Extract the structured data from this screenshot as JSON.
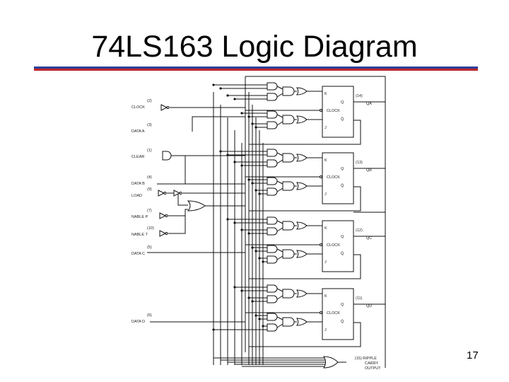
{
  "slide": {
    "title": "74LS163 Logic Diagram",
    "page_number": "17",
    "rule_colors": {
      "blue": "#2b3f9a",
      "red": "#c0262b"
    }
  },
  "diagram": {
    "inputs": [
      {
        "pin": "(2)",
        "name": "CLOCK"
      },
      {
        "pin": "(3)",
        "name": "DATA A"
      },
      {
        "pin": "(1)",
        "name": "CLEAR"
      },
      {
        "pin": "(4)",
        "name": "DATA B"
      },
      {
        "pin": "(9)",
        "name": "LOAD"
      },
      {
        "pin": "(7)",
        "name": "NABLE P"
      },
      {
        "pin": "(10)",
        "name": "NABLE T"
      },
      {
        "pin": "(5)",
        "name": "DATA C"
      },
      {
        "pin": "(6)",
        "name": "DATA D"
      }
    ],
    "flipflops": [
      {
        "k": "K",
        "j": "J",
        "q": "Q",
        "qbar": "Q̄",
        "clock": "CLOCK",
        "pin": "(14)",
        "output": "QA"
      },
      {
        "k": "K",
        "j": "J",
        "q": "Q",
        "qbar": "Q̄",
        "clock": "CLOCK",
        "pin": "(13)",
        "output": "QB"
      },
      {
        "k": "K",
        "j": "J",
        "q": "Q",
        "qbar": "Q̄",
        "clock": "CLOCK",
        "pin": "(12)",
        "output": "QC"
      },
      {
        "k": "K",
        "j": "J",
        "q": "Q",
        "qbar": "Q̄",
        "clock": "CLOCK",
        "pin": "(11)",
        "output": "QD"
      }
    ],
    "ripple_carry": {
      "pin": "(15)",
      "line1": "RIPPLE",
      "line2": "CARRY",
      "line3": "OUTPUT"
    }
  }
}
